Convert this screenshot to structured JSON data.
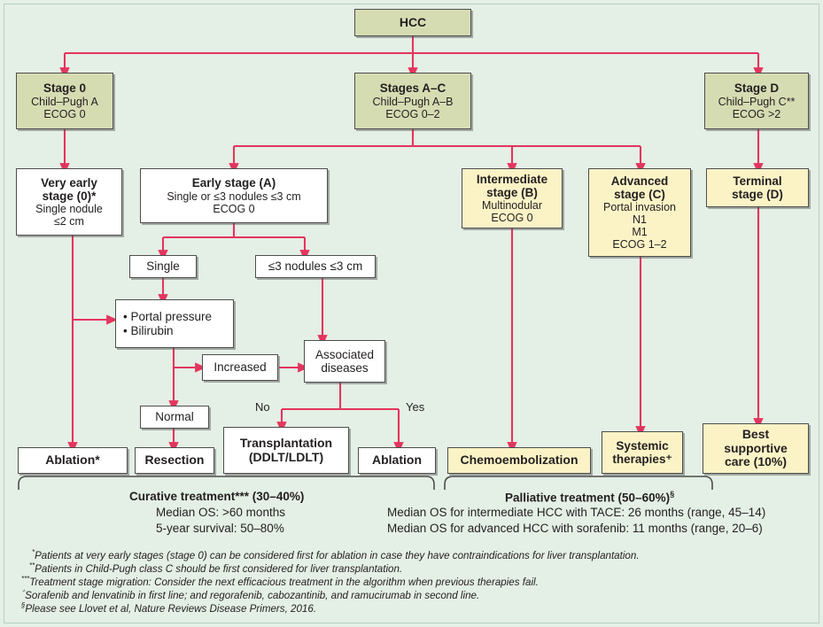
{
  "diagram": {
    "title": "BCLC HCC staging and treatment algorithm",
    "colors": {
      "background": "#e4efe5",
      "stage_box": "#d6dcb2",
      "palliative_box": "#fbf3c6",
      "neutral_box": "#ffffff",
      "connector": "#e4355e",
      "border": "#4d4d4d"
    }
  },
  "nodes": {
    "hcc": {
      "line1": "HCC"
    },
    "stage0": {
      "line1": "Stage 0",
      "line2": "Child–Pugh A",
      "line3": "ECOG 0"
    },
    "stages_ac": {
      "line1": "Stages A–C",
      "line2": "Child–Pugh A–B",
      "line3": "ECOG 0–2"
    },
    "stage_d": {
      "line1": "Stage D",
      "line2": "Child–Pugh C**",
      "line3": "ECOG >2"
    },
    "very_early": {
      "line1": "Very early",
      "line2": "stage (0)*",
      "line3": "Single nodule",
      "line4": "≤2 cm"
    },
    "early_a": {
      "line1": "Early stage (A)",
      "line2": "Single or ≤3 nodules ≤3 cm",
      "line3": "ECOG 0"
    },
    "intermediate_b": {
      "line1": "Intermediate",
      "line2": "stage (B)",
      "line3": "Multinodular",
      "line4": "ECOG 0"
    },
    "advanced_c": {
      "line1": "Advanced",
      "line2": "stage (C)",
      "line3": "Portal invasion",
      "line4": "N1",
      "line5": "M1",
      "line6": "ECOG 1–2"
    },
    "terminal_d": {
      "line1": "Terminal",
      "line2": "stage (D)"
    },
    "single": {
      "line1": "Single"
    },
    "three_nodules": {
      "line1": "≤3 nodules ≤3 cm"
    },
    "portal_bilirubin": {
      "line1": "• Portal pressure",
      "line2": "• Bilirubin"
    },
    "increased": {
      "line1": "Increased"
    },
    "associated_diseases": {
      "line1": "Associated",
      "line2": "diseases"
    },
    "normal": {
      "line1": "Normal"
    },
    "ablation_star": {
      "line1": "Ablation*"
    },
    "resection": {
      "line1": "Resection"
    },
    "transplantation": {
      "line1": "Transplantation",
      "line2": "(DDLT/LDLT)"
    },
    "ablation": {
      "line1": "Ablation"
    },
    "chemoembolization": {
      "line1": "Chemoembolization"
    },
    "systemic": {
      "line1": "Systemic",
      "line2": "therapies⁺"
    },
    "best_supportive": {
      "line1": "Best",
      "line2": "supportive",
      "line3": "care (10%)"
    }
  },
  "edge_labels": {
    "no": "No",
    "yes": "Yes"
  },
  "brackets": {
    "curative": {
      "heading": "Curative treatment*** (30–40%)",
      "line1": "Median OS: >60 months",
      "line2": "5-year survival: 50–80%"
    },
    "palliative": {
      "heading_text": "Palliative treatment (50–60%)",
      "heading_sup": "§",
      "line1": "Median OS for intermediate HCC with TACE: 26 months (range, 45–14)",
      "line2": "Median OS for advanced HCC with sorafenib: 11 months (range, 20–6)"
    }
  },
  "footnotes": [
    {
      "marker": "*",
      "text": "Patients at very early stages (stage 0) can be considered first for ablation in case they have contraindications for liver transplantation."
    },
    {
      "marker": "**",
      "text": "Patients in Child-Pugh class C should be first considered for liver transplantation."
    },
    {
      "marker": "***",
      "text": "Treatment stage migration: Consider the next efficacious treatment in the algorithm when previous therapies fail."
    },
    {
      "marker": "⁺",
      "text": "Sorafenib and lenvatinib in first line; and regorafenib, cabozantinib, and ramucirumab in second line."
    },
    {
      "marker": "§",
      "text": "Please see Llovet et al, Nature Reviews Disease Primers, 2016."
    }
  ]
}
